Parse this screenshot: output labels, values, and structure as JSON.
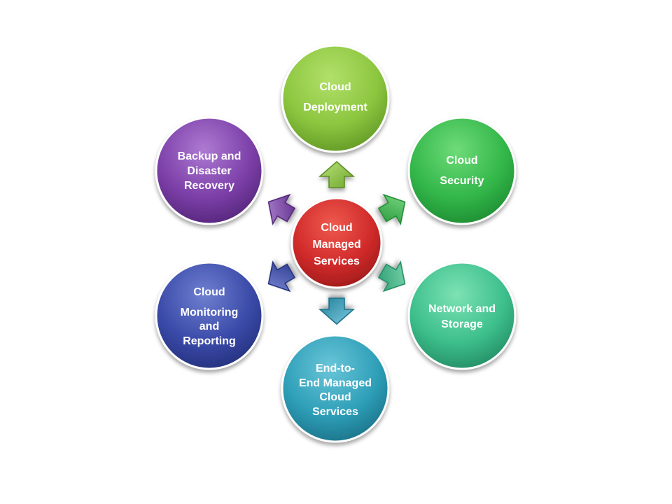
{
  "center": {
    "lines": [
      "Cloud",
      "Managed",
      "Services"
    ],
    "color": "#d02a2a"
  },
  "nodes": [
    {
      "id": "deployment",
      "lines": [
        "Cloud",
        "Deployment"
      ],
      "color": "#8cc63f"
    },
    {
      "id": "security",
      "lines": [
        "Cloud",
        "Security"
      ],
      "color": "#33b74a"
    },
    {
      "id": "network-storage",
      "lines": [
        "Network and",
        "Storage"
      ],
      "color": "#3dbf8c"
    },
    {
      "id": "end-to-end",
      "lines": [
        "End-to-",
        "End Managed",
        "Cloud",
        "Services"
      ],
      "color": "#2e9fb8"
    },
    {
      "id": "monitoring",
      "lines": [
        "Cloud",
        "Monitoring",
        "and",
        "Reporting"
      ],
      "color": "#3a4aa8"
    },
    {
      "id": "backup",
      "lines": [
        "Backup and",
        "Disaster",
        "Recovery"
      ],
      "color": "#7c3fa8"
    }
  ]
}
